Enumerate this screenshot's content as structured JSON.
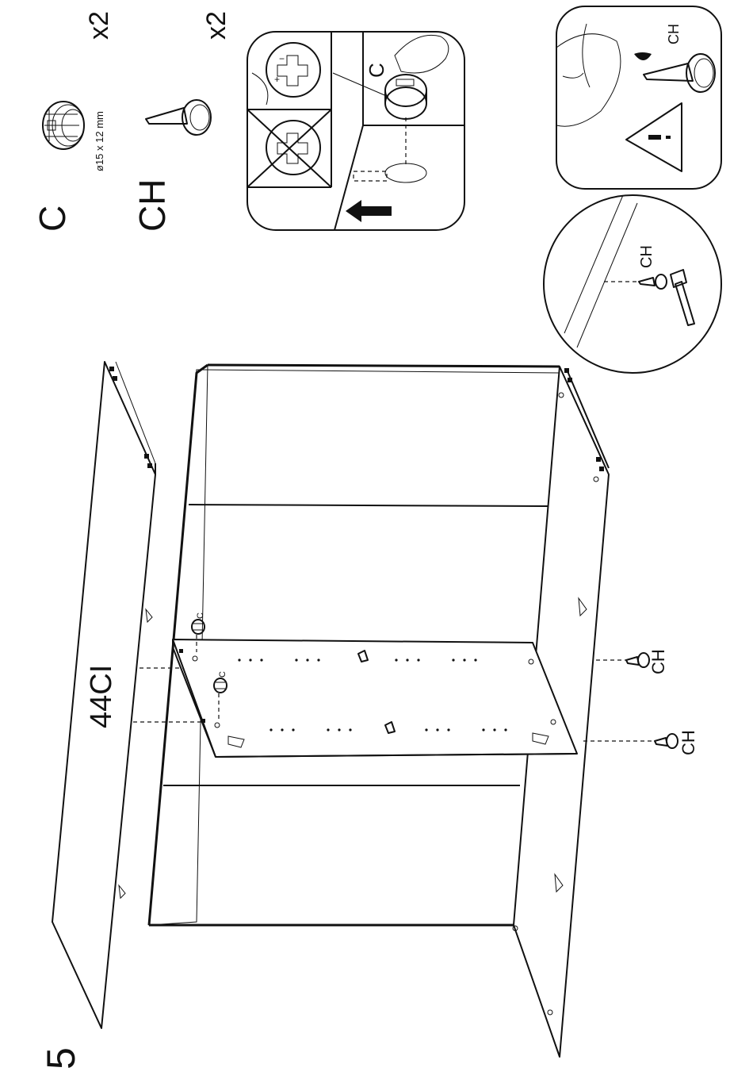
{
  "step": {
    "number": "5"
  },
  "parts": {
    "cam": {
      "letter": "C",
      "qty": "x2",
      "size": "ø15 x 12 mm"
    },
    "pin": {
      "letter": "CH",
      "qty": "x2"
    }
  },
  "panel_label": "44CI",
  "detail": {
    "cam_callout": "C",
    "warning_pin_label": "CH",
    "hammer_pin_label": "CH"
  },
  "main": {
    "cam_labels": [
      "C",
      "C"
    ],
    "pin_labels": [
      "CH",
      "CH"
    ]
  },
  "icons": [
    "cam-lock-icon",
    "wooden-dowel-icon",
    "hammer-icon",
    "warning-triangle-icon",
    "arrow-left-icon"
  ]
}
